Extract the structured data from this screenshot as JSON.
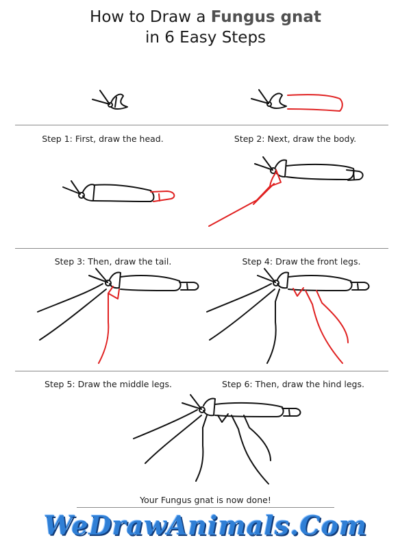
{
  "title": {
    "prefix": "How to Draw a ",
    "highlight": "Fungus gnat",
    "line2": "in 6 Easy Steps"
  },
  "steps": [
    {
      "caption": "Step 1: First, draw the head."
    },
    {
      "caption": "Step 2: Next, draw the body."
    },
    {
      "caption": "Step 3: Then, draw the tail."
    },
    {
      "caption": "Step 4: Draw the front legs."
    },
    {
      "caption": "Step 5: Draw the middle legs."
    },
    {
      "caption": "Step 6: Then, draw the hind legs."
    }
  ],
  "final_caption": "Your Fungus gnat is now done!",
  "logo": "WeDrawAnimals.Com",
  "colors": {
    "ink": "#111111",
    "new_stroke": "#e02020",
    "logo": "#2f7fd6"
  }
}
